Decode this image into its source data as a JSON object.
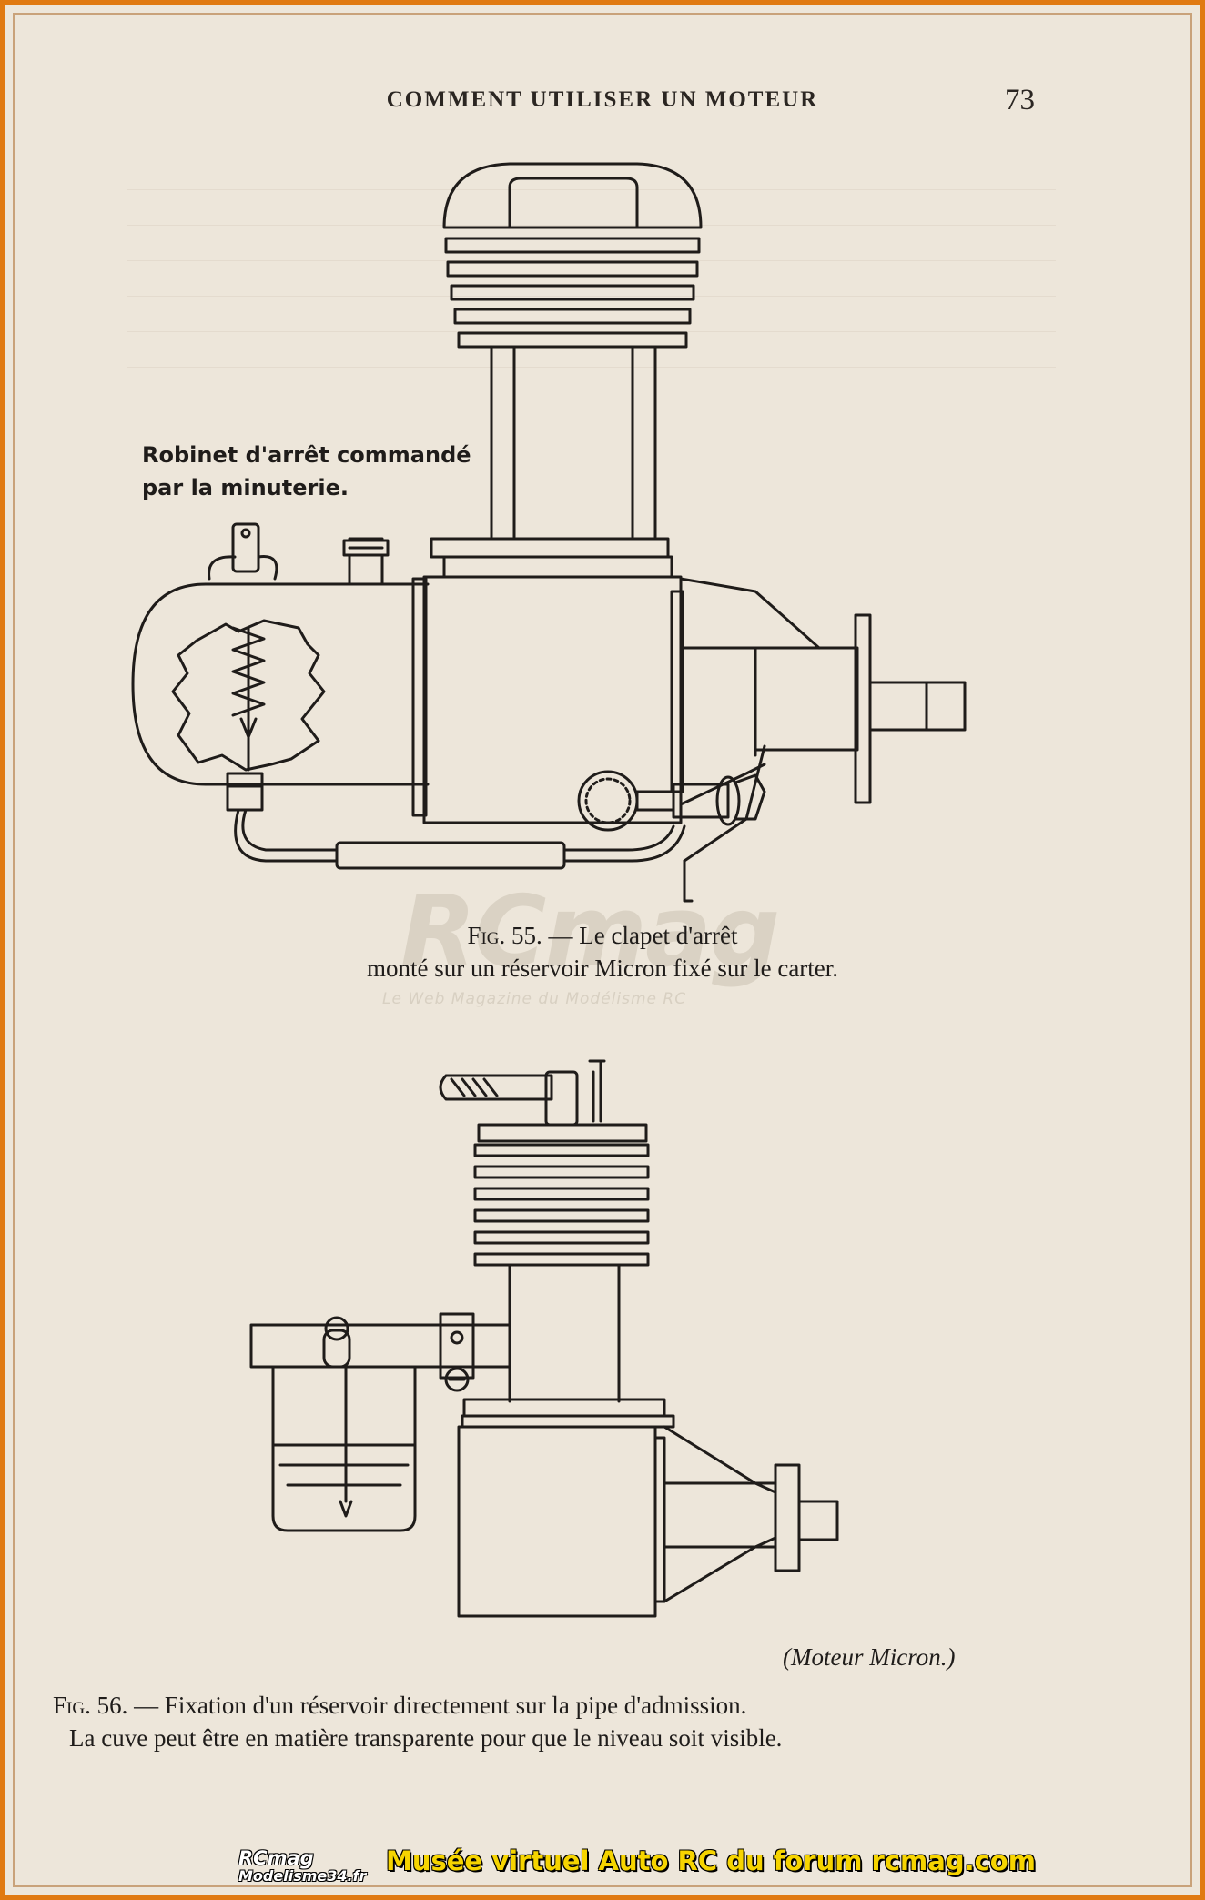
{
  "header": {
    "running_head": "COMMENT UTILISER UN MOTEUR",
    "page_number": "73"
  },
  "figure55": {
    "annotation_line1": "Robinet d'arrêt commandé",
    "annotation_line2": "par la minuterie.",
    "caption_label": "Fig. 55.",
    "caption_line1": " — Le clapet d'arrêt",
    "caption_line2": "monté sur un réservoir Micron fixé sur le carter."
  },
  "watermark": {
    "logo": "RCmag",
    "tagline": "Le Web Magazine du Modélisme RC"
  },
  "figure56": {
    "credit": "(Moteur Micron.)",
    "caption_label": "Fig. 56.",
    "caption_line1": " — Fixation d'un réservoir directement sur la pipe d'admission.",
    "caption_line2": "La cuve peut être en matière transparente pour que le niveau soit visible."
  },
  "footer": {
    "logo_line1": "RCmag",
    "logo_line2": "Modelisme34.fr",
    "banner": "Musée virtuel Auto RC du forum rcmag.com"
  },
  "colors": {
    "frame": "#e07a12",
    "paper": "#ede6da",
    "ink": "#1f1c1a",
    "banner_text": "#f6d400"
  }
}
